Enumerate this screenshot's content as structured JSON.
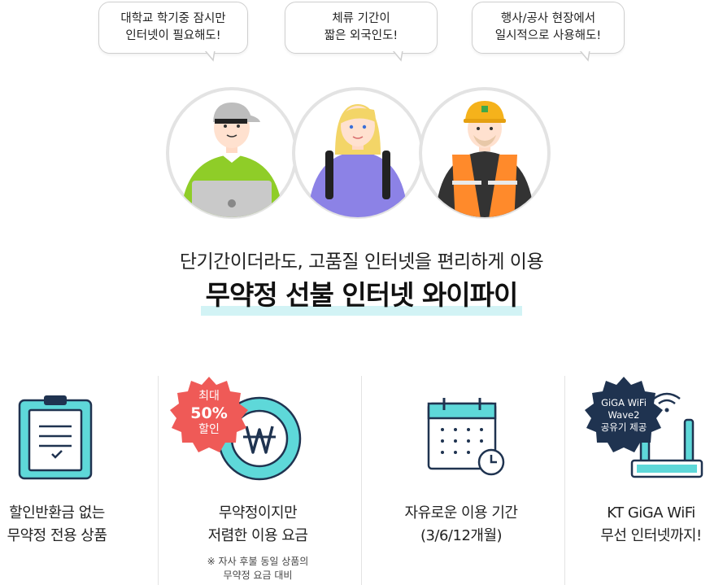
{
  "bubbles": [
    {
      "line1": "대학교 학기중 잠시만",
      "line2": "인터넷이 필요해도!"
    },
    {
      "line1": "체류 기간이",
      "line2": "짧은 외국인도!"
    },
    {
      "line1": "행사/공사 현장에서",
      "line2": "일시적으로 사용해도!"
    }
  ],
  "headline": {
    "sub": "단기간이더라도, 고품질 인터넷을 편리하게 이용",
    "title": "무약정 선불 인터넷 와이파이"
  },
  "features": [
    {
      "icon": "clipboard-icon",
      "line1": "할인반환금 없는",
      "line2": "무약정 전용 상품"
    },
    {
      "icon": "won-coin-icon",
      "badge_line1": "최대",
      "badge_line2": "50%",
      "badge_line3": "할인",
      "line1": "무약정이지만",
      "line2": "저렴한 이용 요금",
      "note_line1": "※ 자사 후불 동일 상품의",
      "note_line2": "무약정 요금 대비"
    },
    {
      "icon": "calendar-clock-icon",
      "line1": "자유로운 이용 기간",
      "line2": "(3/6/12개월)"
    },
    {
      "icon": "wifi-router-icon",
      "badge_line1": "GiGA WiFi",
      "badge_line2": "Wave2",
      "badge_line3": "공유기 제공",
      "line1": "KT GiGA WiFi",
      "line2": "무선 인터넷까지!"
    }
  ],
  "colors": {
    "accent": "#5ed8d9",
    "navy": "#1f3350",
    "badge_red": "#ef5a57",
    "badge_navy": "#1f3350",
    "highlight": "#d2f3f5"
  }
}
